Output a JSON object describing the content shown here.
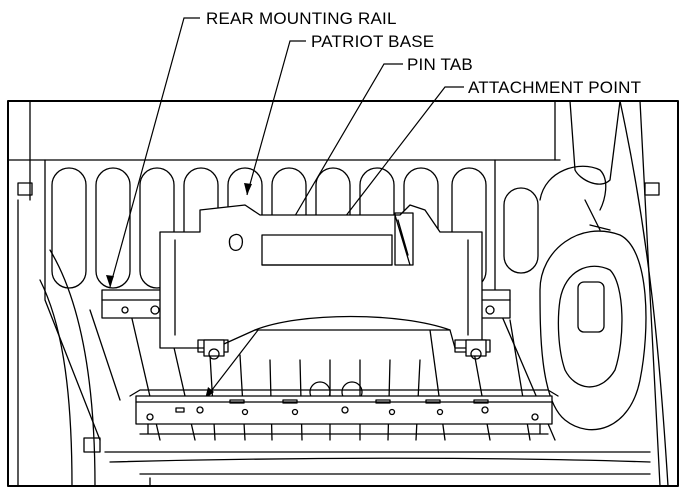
{
  "callouts": [
    {
      "id": "rear-mounting-rail",
      "label": "REAR MOUNTING RAIL"
    },
    {
      "id": "patriot-base",
      "label": "PATRIOT BASE"
    },
    {
      "id": "pin-tab",
      "label": "PIN TAB"
    },
    {
      "id": "attachment-point",
      "label": "ATTACHMENT POINT"
    }
  ]
}
